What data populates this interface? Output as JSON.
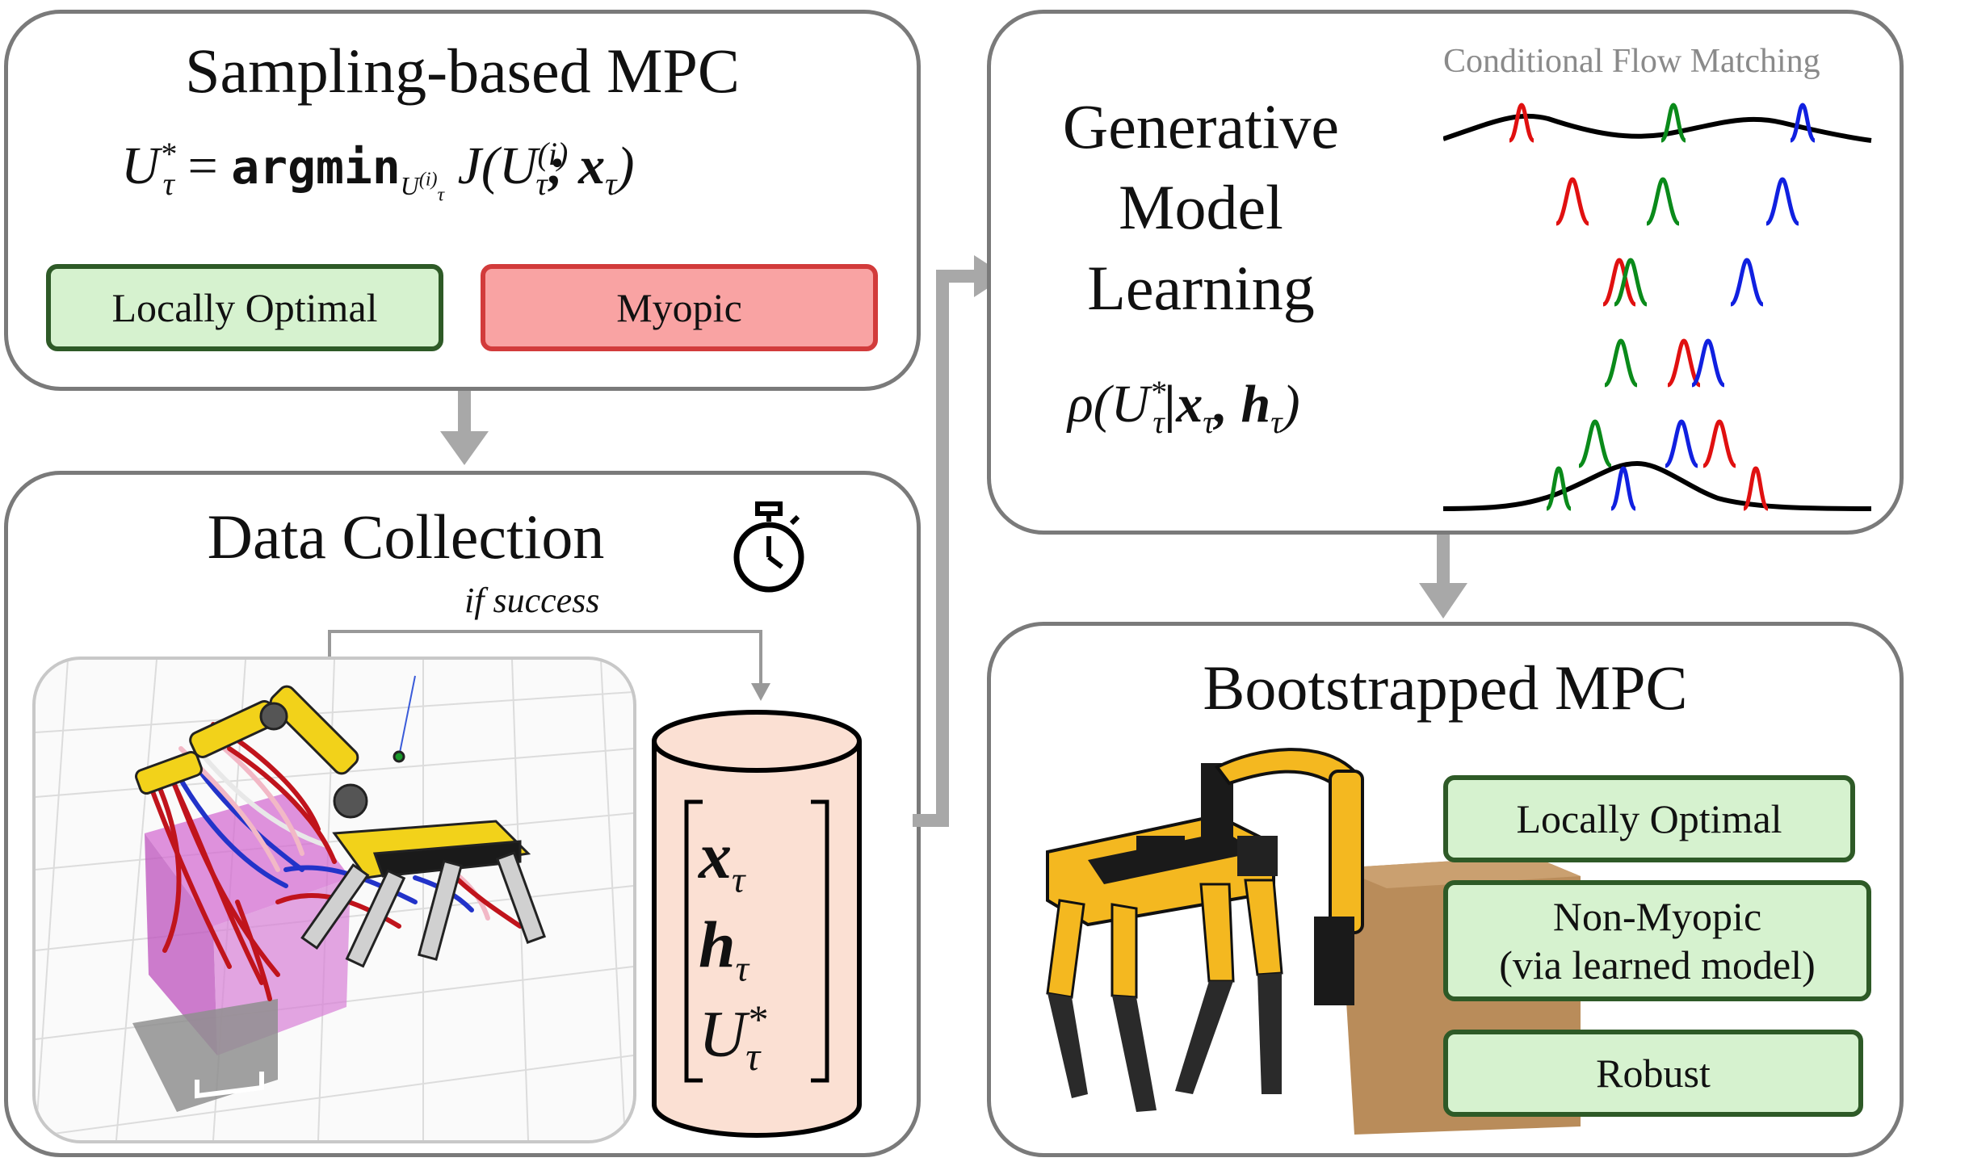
{
  "sampling_panel": {
    "title": "Sampling-based MPC",
    "equation": {
      "lhs": "U",
      "lhs_sup": "*",
      "lhs_sub": "τ",
      "op": "=",
      "fn": "argmin",
      "fn_sub": "U",
      "fn_sub_sup": "(i)",
      "fn_sub_sub": "τ",
      "rhs": "J(U",
      "rhs_sup": "(i)",
      "rhs_sub": "τ",
      "rhs_tail": "; x",
      "rhs_tail_sub": "τ",
      "rhs_close": ")"
    },
    "badges": [
      "Locally Optimal",
      "Myopic"
    ]
  },
  "data_panel": {
    "title": "Data Collection",
    "timer_icon": "stopwatch-icon",
    "condition": "if success",
    "dataset_items": [
      "x",
      "h",
      "U"
    ],
    "dataset_sub": "τ",
    "dataset_sup": "*"
  },
  "generative_panel": {
    "title_lines": [
      "Generative",
      "Model",
      "Learning"
    ],
    "density": {
      "rho": "ρ(U",
      "sup": "*",
      "sub": "τ",
      "mid": "|x",
      "mid_sub": "τ",
      "sep": ", h",
      "end_sub": "τ",
      "close": ")"
    },
    "flow_label": "Conditional Flow Matching",
    "colors": {
      "red": "#e01010",
      "green": "#0a8a1a",
      "blue": "#1020e0",
      "black": "#000000"
    }
  },
  "bootstrapped_panel": {
    "title": "Bootstrapped MPC",
    "badges": [
      "Locally Optimal",
      "Non-Myopic",
      "(via learned model)",
      "Robust"
    ]
  },
  "colors": {
    "panel_border": "#7a7a7a",
    "arrow": "#a8a8a8",
    "green_fill": "#d6f2cf",
    "green_border": "#2e5a27",
    "red_fill": "#f9a3a3",
    "red_border": "#d23b3b",
    "cylinder_fill": "#fbe0d3"
  }
}
